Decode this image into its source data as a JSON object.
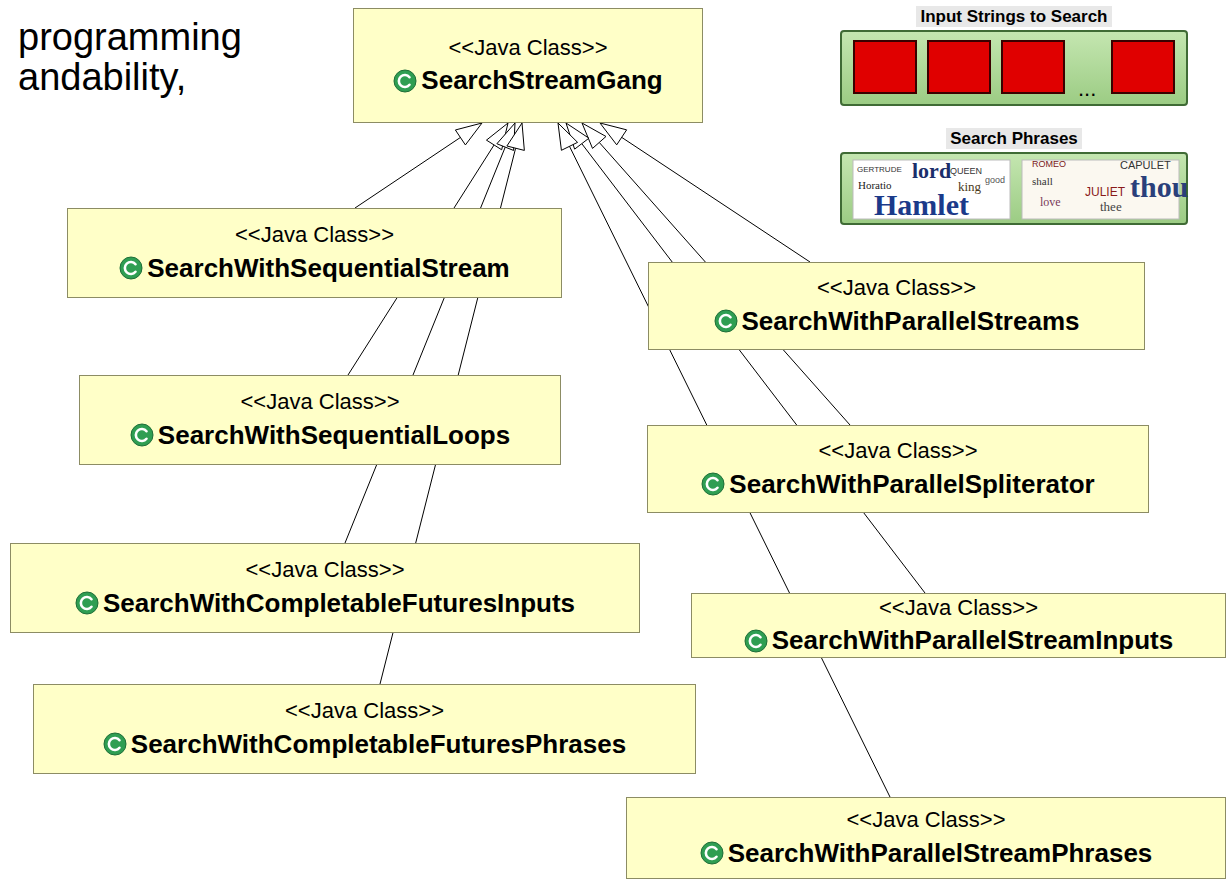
{
  "diagram": {
    "nodes": [
      {
        "text": [
          "<<Java Class>>",
          "SearchStreamGang"
        ]
      },
      {
        "text": [
          "Input Strings to Search",
          "..."
        ]
      },
      {
        "text": [
          "Search Phrases"
        ]
      },
      {
        "text": [
          "<<Java Class>>",
          "SearchWithSequentialStream"
        ]
      },
      {
        "text": [
          "<<Java Class>>",
          "SearchWithParallelStreams"
        ]
      },
      {
        "text": [
          "<<Java Class>>",
          "SearchWithSequentialLoops"
        ]
      },
      {
        "text": [
          "<<Java Class>>",
          "SearchWithParallelSpliterator"
        ]
      },
      {
        "text": [
          "<<Java Class>>",
          "SearchWithCompletableFuturesInputs"
        ]
      },
      {
        "text": [
          "<<Java Class>>",
          "SearchWithParallelStreamInputs"
        ]
      },
      {
        "text": [
          "<<Java Class>>",
          "SearchWithCompletableFuturesPhrases"
        ]
      },
      {
        "text": [
          "<<Java Class>>",
          "SearchWithParallelStreamPhrases"
        ]
      }
    ],
    "edges": [
      {
        "from": 3,
        "to": 0,
        "arrow": "to"
      },
      {
        "from": 4,
        "to": 0,
        "arrow": "to"
      },
      {
        "from": 5,
        "to": 0,
        "arrow": "to"
      },
      {
        "from": 6,
        "to": 0,
        "arrow": "to"
      },
      {
        "from": 7,
        "to": 0,
        "arrow": "to"
      },
      {
        "from": 8,
        "to": 0,
        "arrow": "to"
      },
      {
        "from": 9,
        "to": 0,
        "arrow": "to"
      },
      {
        "from": 10,
        "to": 0,
        "arrow": "to"
      }
    ],
    "labels": [
      "programming",
      "andability,",
      "GERTRUDE",
      "lord",
      "QUEEN",
      "king",
      "Horatio",
      "good",
      "Hamlet",
      "ROMEO",
      "shall",
      "CAPULET",
      "JULIET",
      "love",
      "thee",
      "thou"
    ]
  }
}
